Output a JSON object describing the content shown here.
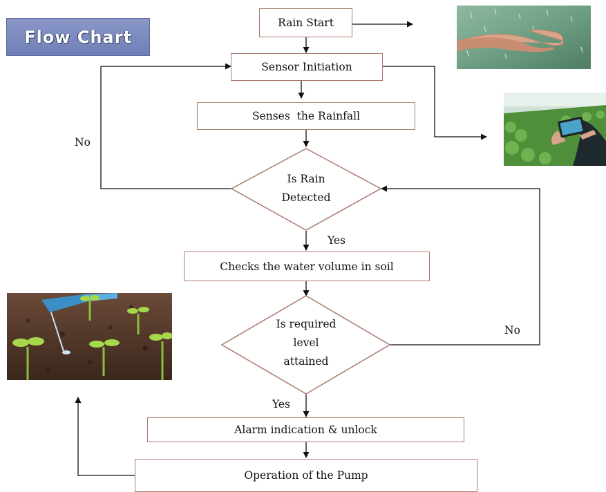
{
  "title": "Flow Chart",
  "nodes": {
    "rain_start": "Rain Start",
    "sensor_initiation": "Sensor Initiation",
    "senses_rainfall": "Senses  the Rainfall",
    "is_rain_detected": [
      "Is Rain",
      "Detected"
    ],
    "checks_water": "Checks the water volume in soil",
    "is_level_attained": [
      "Is required",
      "level",
      "attained"
    ],
    "alarm": "Alarm indication & unlock",
    "pump": "Operation of the Pump"
  },
  "edge_labels": {
    "no_rain": "No",
    "yes_rain": "Yes",
    "no_level": "No",
    "yes_level": "Yes"
  },
  "colors": {
    "box_border": "#a87a6a",
    "badge": "#7886bd",
    "arrow": "#111111"
  }
}
